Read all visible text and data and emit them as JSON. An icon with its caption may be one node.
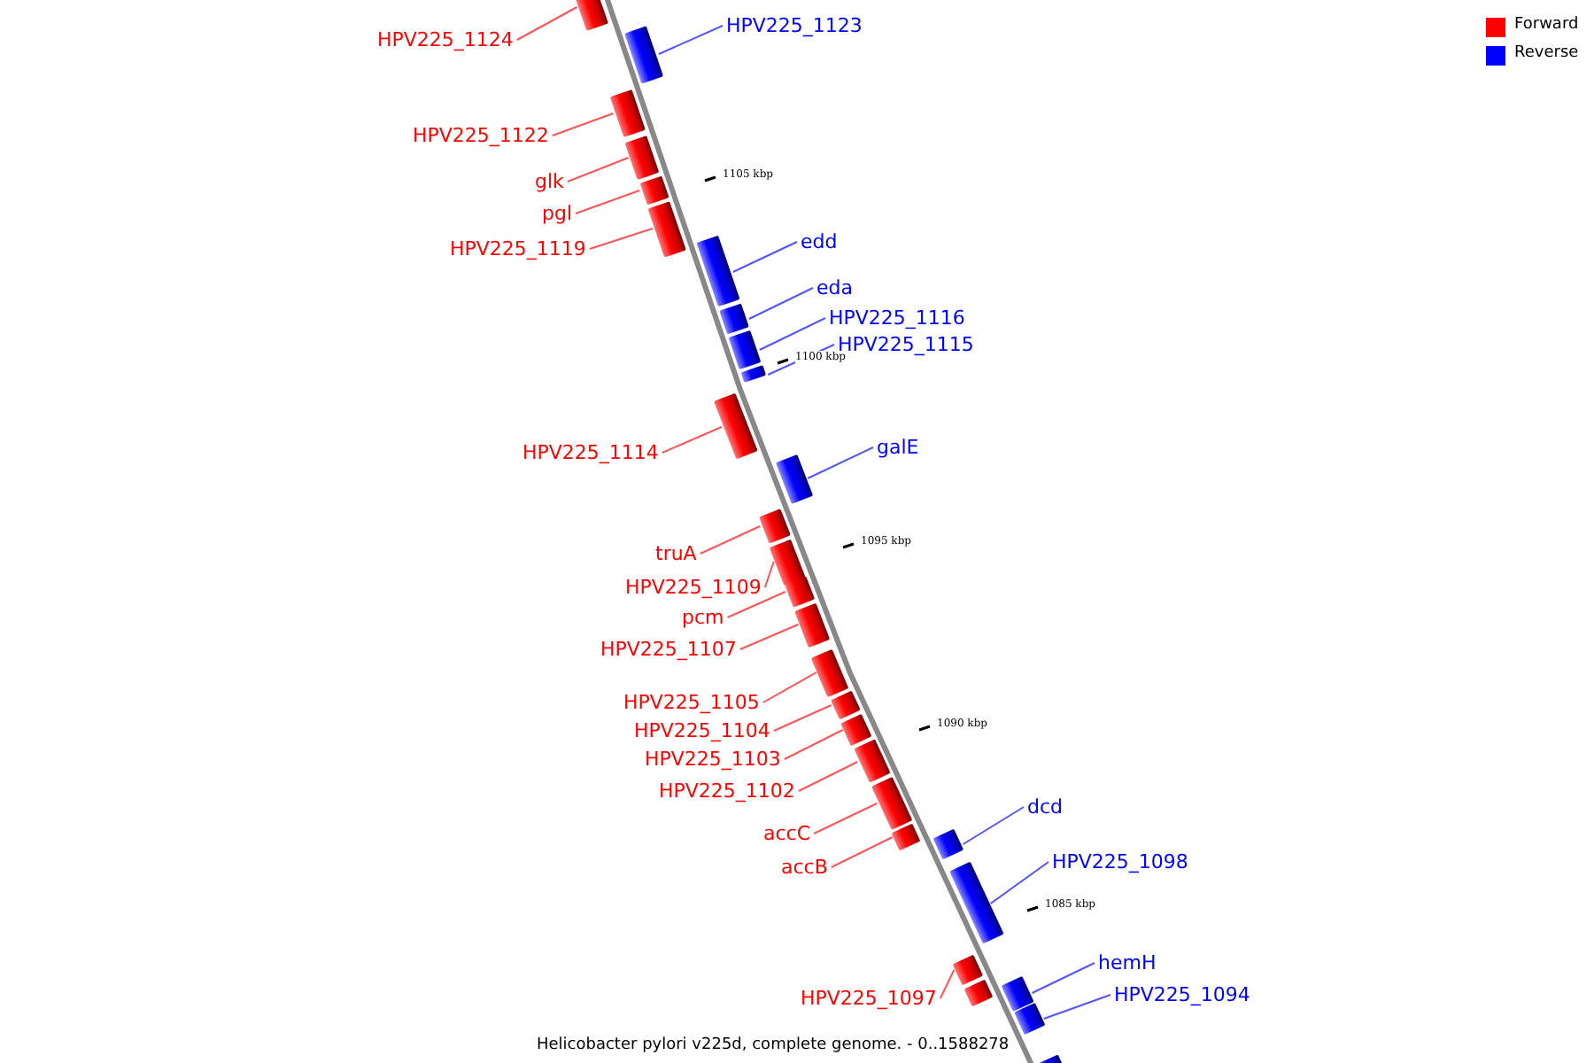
{
  "diagram": {
    "caption": "Helicobacter pylori v225d, complete genome. - 0..1588278",
    "nodes": [
      {
        "text": [
          "HPV225_1124"
        ]
      },
      {
        "text": [],
        "shape": "bar"
      },
      {
        "text": [
          "HPV225_1123"
        ]
      },
      {
        "text": [],
        "shape": "bar"
      },
      {
        "text": [
          "HPV225_1122"
        ]
      },
      {
        "text": [],
        "shape": "bar"
      },
      {
        "text": [
          "glk"
        ]
      },
      {
        "text": [],
        "shape": "bar"
      },
      {
        "text": [
          "pgl"
        ]
      },
      {
        "text": [],
        "shape": "bar"
      },
      {
        "text": [
          "edd"
        ]
      },
      {
        "text": [],
        "shape": "bar"
      },
      {
        "text": [
          "HPV225_1119"
        ]
      },
      {
        "text": [],
        "shape": "bar"
      },
      {
        "text": [
          "eda"
        ]
      },
      {
        "text": [],
        "shape": "bar"
      },
      {
        "text": [
          "HPV225_1116"
        ]
      },
      {
        "text": [],
        "shape": "bar"
      },
      {
        "text": [
          "HPV225_1115"
        ]
      },
      {
        "text": [],
        "shape": "bar"
      },
      {
        "text": [
          "galE"
        ]
      },
      {
        "text": [],
        "shape": "bar"
      },
      {
        "text": [
          "HPV225_1114"
        ]
      },
      {
        "text": [],
        "shape": "bar"
      },
      {
        "text": [
          "truA"
        ]
      },
      {
        "text": [],
        "shape": "bar"
      },
      {
        "text": [
          "HPV225_1109"
        ]
      },
      {
        "text": [],
        "shape": "bar"
      },
      {
        "text": [
          "pcm"
        ]
      },
      {
        "text": [],
        "shape": "bar"
      },
      {
        "text": [
          "HPV225_1107"
        ]
      },
      {
        "text": [],
        "shape": "bar"
      },
      {
        "text": [
          "HPV225_1105"
        ]
      },
      {
        "text": [],
        "shape": "bar"
      },
      {
        "text": [
          "HPV225_1104"
        ]
      },
      {
        "text": [],
        "shape": "bar"
      },
      {
        "text": [
          "HPV225_1103"
        ]
      },
      {
        "text": [],
        "shape": "bar"
      },
      {
        "text": [
          "HPV225_1102"
        ]
      },
      {
        "text": [],
        "shape": "bar"
      },
      {
        "text": [
          "dcd"
        ]
      },
      {
        "text": [],
        "shape": "bar"
      },
      {
        "text": [
          "accC"
        ]
      },
      {
        "text": [],
        "shape": "bar"
      },
      {
        "text": [
          "HPV225_1098"
        ]
      },
      {
        "text": [],
        "shape": "bar"
      },
      {
        "text": [
          "accB"
        ]
      },
      {
        "text": [],
        "shape": "bar"
      },
      {
        "text": [
          "hemH"
        ]
      },
      {
        "text": [],
        "shape": "bar"
      },
      {
        "text": [
          "HPV225_1097"
        ]
      },
      {
        "text": [],
        "shape": "bar"
      },
      {
        "text": [],
        "shape": "bar"
      },
      {
        "text": [
          "HPV225_1094"
        ]
      },
      {
        "text": [],
        "shape": "bar"
      },
      {
        "text": [],
        "shape": "bar"
      }
    ],
    "edges": [
      {
        "from": 0,
        "to": 1,
        "arrow": "none"
      },
      {
        "from": 2,
        "to": 3,
        "arrow": "none",
        "color": "#5555ff"
      },
      {
        "from": 4,
        "to": 5,
        "arrow": "none"
      },
      {
        "from": 6,
        "to": 7,
        "arrow": "none"
      },
      {
        "from": 8,
        "to": 9,
        "arrow": "none"
      },
      {
        "from": 10,
        "to": 11,
        "arrow": "none",
        "color": "#5555ff"
      },
      {
        "from": 12,
        "to": 13,
        "arrow": "none"
      },
      {
        "from": 14,
        "to": 15,
        "arrow": "none",
        "color": "#5555ff"
      },
      {
        "from": 16,
        "to": 17,
        "arrow": "none",
        "color": "#5555ff"
      },
      {
        "from": 18,
        "to": 19,
        "arrow": "none",
        "color": "#5555ff"
      },
      {
        "from": 20,
        "to": 21,
        "arrow": "none",
        "color": "#5555ff"
      },
      {
        "from": 22,
        "to": 23,
        "arrow": "none"
      },
      {
        "from": 24,
        "to": 25,
        "arrow": "none"
      },
      {
        "from": 26,
        "to": 27,
        "arrow": "none"
      },
      {
        "from": 28,
        "to": 29,
        "arrow": "none"
      },
      {
        "from": 30,
        "to": 31,
        "arrow": "none"
      },
      {
        "from": 32,
        "to": 33,
        "arrow": "none"
      },
      {
        "from": 34,
        "to": 35,
        "arrow": "none"
      },
      {
        "from": 36,
        "to": 37,
        "arrow": "none"
      },
      {
        "from": 38,
        "to": 39,
        "arrow": "none"
      },
      {
        "from": 40,
        "to": 41,
        "arrow": "none",
        "color": "#5555ff"
      },
      {
        "from": 42,
        "to": 43,
        "arrow": "none"
      },
      {
        "from": 44,
        "to": 45,
        "arrow": "none",
        "color": "#5555ff"
      },
      {
        "from": 46,
        "to": 47,
        "arrow": "none"
      },
      {
        "from": 48,
        "to": 49,
        "arrow": "none",
        "color": "#5555ff"
      },
      {
        "from": 50,
        "to": 51,
        "arrow": "none"
      },
      {
        "from": 53,
        "to": 54,
        "arrow": "none",
        "color": "#5555ff"
      }
    ],
    "labels": [
      "1105 kbp",
      "1100 kbp",
      "1095 kbp",
      "1090 kbp",
      "1085 kbp"
    ],
    "legend": [
      {
        "text": "Forward",
        "color": "#ff0000"
      },
      {
        "text": "Reverse",
        "color": "#0000ff"
      }
    ]
  }
}
